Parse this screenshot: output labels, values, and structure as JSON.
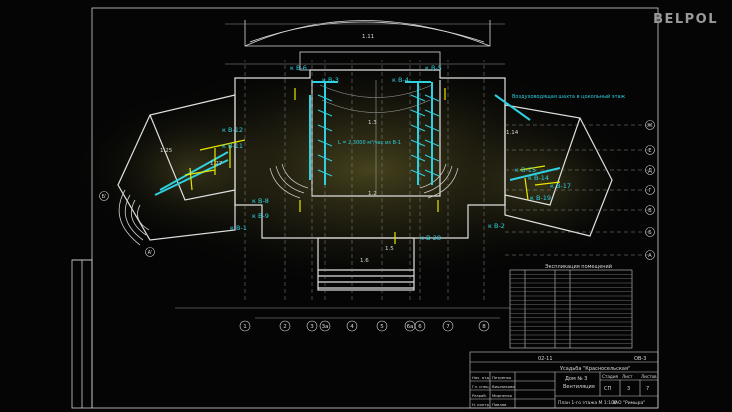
{
  "watermark": "BELPOL",
  "colors": {
    "background": "#050505",
    "lines": "#d9d9d9",
    "duct": "#2fd0e0",
    "marker": "#e6e600",
    "glow": "#6f6a2a"
  },
  "duct_tags": [
    "к В-6",
    "к В-3",
    "к В-4",
    "к В-5",
    "к В-12",
    "к В-11",
    "к В-8",
    "к В-15",
    "к В-14",
    "к В-17",
    "к В-19",
    "к В-9",
    "к В-1",
    "к В-28",
    "к В-2"
  ],
  "room_numbers": [
    "1.11",
    "1.3",
    "1.2",
    "1.25",
    "1.27",
    "1.14",
    "1.5",
    "1.6"
  ],
  "axes": {
    "columns": [
      "1",
      "2",
      "3",
      "3a",
      "4",
      "5",
      "6a",
      "6",
      "7",
      "8"
    ],
    "rows_right": [
      "Ж",
      "Е",
      "Д",
      "Г",
      "В",
      "Б",
      "А"
    ],
    "rows_left": [
      "Б'",
      "А'"
    ]
  },
  "annotations": {
    "vent_shaft": "Воздуховодящая шахта в цокольный этаж",
    "air_note": "L = 2 3000 м³/час из В-1"
  },
  "legend": {
    "title": "Экспликация помещений",
    "row_count": 18
  },
  "title_block": {
    "code": "02-11",
    "sheet_code": "ОВ-3",
    "project": "Усадьба \"Красносельская\"",
    "building": "Дом № 3",
    "section": "Вентиляция",
    "stage_label": "Стадия",
    "sheet_label": "Лист",
    "sheets_label": "Листов",
    "stage": "СП",
    "sheet": "3",
    "sheets": "7",
    "drawing": "План 1-го этажа М 1:100",
    "company": "ЗАО \"Римыра\"",
    "roles": [
      "Нач. отд.",
      "Гл. спец.",
      "Разраб.",
      "Н. контр."
    ],
    "names": [
      "Петренко",
      "Вишникова",
      "Мирненко",
      "Павлов"
    ]
  }
}
